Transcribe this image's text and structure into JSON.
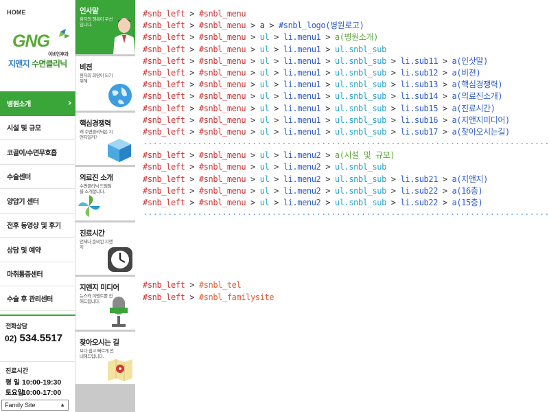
{
  "left_menu": {
    "home": "HOME",
    "logo": {
      "brand": "GNG",
      "small": "이비인후과",
      "name_part1": "지앤지",
      "name_part2": "수면클리닉"
    },
    "items": [
      {
        "label": "병원소개",
        "active": true
      },
      {
        "label": "시설 및 규모",
        "active": false
      },
      {
        "label": "코골이/수면무호흡",
        "active": false
      },
      {
        "label": "수술센터",
        "active": false
      },
      {
        "label": "양압기 센터",
        "active": false
      },
      {
        "label": "전후 동영상 및 후기",
        "active": false
      },
      {
        "label": "상담 및 예약",
        "active": false
      },
      {
        "label": "마취통증센터",
        "active": false
      },
      {
        "label": "수술 후 관리센터",
        "active": false
      }
    ],
    "tel": {
      "label": "전화상담",
      "area": "02)",
      "number": "534.5517"
    },
    "hours": {
      "label": "진료시간",
      "weekday_label": "평 일",
      "weekday_time": "10:00-19:30",
      "sat_label": "토요일",
      "sat_time": "10:00-17:00"
    },
    "family_site": "Family Site"
  },
  "sub_menu": [
    {
      "title": "인사말",
      "desc": "환자의 행복이 우선입니다.",
      "icon": "doctor-icon",
      "active": true
    },
    {
      "title": "비젼",
      "desc": "환자의 희망이 되기위해",
      "icon": "globe-icon",
      "active": false
    },
    {
      "title": "핵심경쟁력",
      "desc": "왜 수면클리닉은 지앤지일까?",
      "icon": "cube-icon",
      "active": false
    },
    {
      "title": "의료진 소개",
      "desc": "수면클리닉 드림팀을 소개합니다.",
      "icon": "pinwheel-icon",
      "active": false
    },
    {
      "title": "진료시간",
      "desc": "언제나 준비된 지앤지",
      "icon": "clock-icon",
      "active": false
    },
    {
      "title": "지앤지 미디어",
      "desc": "뉴스와 이벤트를 전해드립니다.",
      "icon": "microphone-icon",
      "active": false
    },
    {
      "title": "찾아오시는 길",
      "desc": "보다 쉽고 빠르게 안내해드립니다.",
      "icon": "map-icon",
      "active": false
    }
  ],
  "code_lines": [
    [
      [
        "#snb_left",
        "red"
      ],
      [
        " > ",
        "op"
      ],
      [
        "#snbl_menu",
        "red"
      ]
    ],
    [
      [
        "#snb_left",
        "red"
      ],
      [
        " > ",
        "op"
      ],
      [
        "#snbl_menu",
        "red"
      ],
      [
        " > ",
        "op"
      ],
      [
        "a",
        "op"
      ],
      [
        "  > ",
        "op"
      ],
      [
        "#snbl_logo(병원로고)",
        "blue"
      ]
    ],
    [
      [
        "#snb_left",
        "red"
      ],
      [
        " > ",
        "op"
      ],
      [
        "#snbl_menu",
        "red"
      ],
      [
        " > ",
        "op"
      ],
      [
        "ul",
        "cyan"
      ],
      [
        " > ",
        "op"
      ],
      [
        "li.menu1",
        "blue"
      ],
      [
        " > ",
        "op"
      ],
      [
        "a(병원소개)",
        "green"
      ]
    ],
    [
      [
        "#snb_left",
        "red"
      ],
      [
        " > ",
        "op"
      ],
      [
        "#snbl_menu",
        "red"
      ],
      [
        " > ",
        "op"
      ],
      [
        "ul",
        "cyan"
      ],
      [
        " > ",
        "op"
      ],
      [
        "li.menu1",
        "blue"
      ],
      [
        " > ",
        "op"
      ],
      [
        "ul.snbl_sub",
        "cyan"
      ]
    ],
    [
      [
        "#snb_left",
        "red"
      ],
      [
        " > ",
        "op"
      ],
      [
        "#snbl_menu",
        "red"
      ],
      [
        " > ",
        "op"
      ],
      [
        "ul",
        "cyan"
      ],
      [
        " > ",
        "op"
      ],
      [
        "li.menu1",
        "blue"
      ],
      [
        " > ",
        "op"
      ],
      [
        "ul.snbl_sub",
        "cyan"
      ],
      [
        " > ",
        "op"
      ],
      [
        "li.sub11",
        "blue"
      ],
      [
        " > ",
        "op"
      ],
      [
        "a(인삿말)",
        "blue"
      ]
    ],
    [
      [
        "#snb_left",
        "red"
      ],
      [
        " > ",
        "op"
      ],
      [
        "#snbl_menu",
        "red"
      ],
      [
        " > ",
        "op"
      ],
      [
        "ul",
        "cyan"
      ],
      [
        " > ",
        "op"
      ],
      [
        "li.menu1",
        "blue"
      ],
      [
        " > ",
        "op"
      ],
      [
        "ul.snbl_sub",
        "cyan"
      ],
      [
        " > ",
        "op"
      ],
      [
        "li.sub12",
        "blue"
      ],
      [
        " > ",
        "op"
      ],
      [
        "a(비젼)",
        "blue"
      ]
    ],
    [
      [
        "#snb_left",
        "red"
      ],
      [
        " > ",
        "op"
      ],
      [
        "#snbl_menu",
        "red"
      ],
      [
        " > ",
        "op"
      ],
      [
        "ul",
        "cyan"
      ],
      [
        " > ",
        "op"
      ],
      [
        "li.menu1",
        "blue"
      ],
      [
        " > ",
        "op"
      ],
      [
        "ul.snbl_sub",
        "cyan"
      ],
      [
        " > ",
        "op"
      ],
      [
        "li.sub13",
        "blue"
      ],
      [
        " > ",
        "op"
      ],
      [
        "a(핵심경쟁력)",
        "blue"
      ]
    ],
    [
      [
        "#snb_left",
        "red"
      ],
      [
        " > ",
        "op"
      ],
      [
        "#snbl_menu",
        "red"
      ],
      [
        " > ",
        "op"
      ],
      [
        "ul",
        "cyan"
      ],
      [
        " > ",
        "op"
      ],
      [
        "li.menu1",
        "blue"
      ],
      [
        " > ",
        "op"
      ],
      [
        "ul.snbl_sub",
        "cyan"
      ],
      [
        " > ",
        "op"
      ],
      [
        "li.sub14",
        "blue"
      ],
      [
        " > ",
        "op"
      ],
      [
        "a(의료진소개)",
        "blue"
      ]
    ],
    [
      [
        "#snb_left",
        "red"
      ],
      [
        " > ",
        "op"
      ],
      [
        "#snbl_menu",
        "red"
      ],
      [
        " > ",
        "op"
      ],
      [
        "ul",
        "cyan"
      ],
      [
        " > ",
        "op"
      ],
      [
        "li.menu1",
        "blue"
      ],
      [
        " > ",
        "op"
      ],
      [
        "ul.snbl_sub",
        "cyan"
      ],
      [
        " > ",
        "op"
      ],
      [
        "li.sub15",
        "blue"
      ],
      [
        " > ",
        "op"
      ],
      [
        "a(진료시간)",
        "blue"
      ]
    ],
    [
      [
        "#snb_left",
        "red"
      ],
      [
        " > ",
        "op"
      ],
      [
        "#snbl_menu",
        "red"
      ],
      [
        " > ",
        "op"
      ],
      [
        "ul",
        "cyan"
      ],
      [
        " > ",
        "op"
      ],
      [
        "li.menu1",
        "blue"
      ],
      [
        " > ",
        "op"
      ],
      [
        "ul.snbl_sub",
        "cyan"
      ],
      [
        " > ",
        "op"
      ],
      [
        "li.sub16",
        "blue"
      ],
      [
        " > ",
        "op"
      ],
      [
        "a(지앤지미디어)",
        "blue"
      ]
    ],
    [
      [
        "#snb_left",
        "red"
      ],
      [
        " > ",
        "op"
      ],
      [
        "#snbl_menu",
        "red"
      ],
      [
        " > ",
        "op"
      ],
      [
        "ul",
        "cyan"
      ],
      [
        " > ",
        "op"
      ],
      [
        "li.menu1",
        "blue"
      ],
      [
        " > ",
        "op"
      ],
      [
        "ul.snbl_sub",
        "cyan"
      ],
      [
        " > ",
        "op"
      ],
      [
        "li.sub17",
        "blue"
      ],
      [
        " > ",
        "op"
      ],
      [
        "a(찾아오시는길)",
        "blue"
      ]
    ],
    "SEP",
    [
      [
        "#snb_left",
        "red"
      ],
      [
        " > ",
        "op"
      ],
      [
        "#snbl_menu",
        "red"
      ],
      [
        " > ",
        "op"
      ],
      [
        "ul",
        "cyan"
      ],
      [
        " > ",
        "op"
      ],
      [
        "li.menu2",
        "blue"
      ],
      [
        " > ",
        "op"
      ],
      [
        "a(시설 및 규모)",
        "green"
      ]
    ],
    [
      [
        "#snb_left",
        "red"
      ],
      [
        " > ",
        "op"
      ],
      [
        "#snbl_menu",
        "red"
      ],
      [
        " > ",
        "op"
      ],
      [
        "ul",
        "cyan"
      ],
      [
        " > ",
        "op"
      ],
      [
        "li.menu2",
        "blue"
      ],
      [
        " > ",
        "op"
      ],
      [
        "ul.snbl_sub",
        "cyan"
      ]
    ],
    [
      [
        "#snb_left",
        "red"
      ],
      [
        " > ",
        "op"
      ],
      [
        "#snbl_menu",
        "red"
      ],
      [
        " > ",
        "op"
      ],
      [
        "ul",
        "cyan"
      ],
      [
        " > ",
        "op"
      ],
      [
        "li.menu2",
        "blue"
      ],
      [
        " > ",
        "op"
      ],
      [
        "ul.snbl_sub",
        "cyan"
      ],
      [
        " > ",
        "op"
      ],
      [
        "li.sub21",
        "blue"
      ],
      [
        " > ",
        "op"
      ],
      [
        "a(지앤지)",
        "blue"
      ]
    ],
    [
      [
        "#snb_left",
        "red"
      ],
      [
        " > ",
        "op"
      ],
      [
        "#snbl_menu",
        "red"
      ],
      [
        " > ",
        "op"
      ],
      [
        "ul",
        "cyan"
      ],
      [
        " > ",
        "op"
      ],
      [
        "li.menu2",
        "blue"
      ],
      [
        " > ",
        "op"
      ],
      [
        "ul.snbl_sub",
        "cyan"
      ],
      [
        " > ",
        "op"
      ],
      [
        "li.sub22",
        "blue"
      ],
      [
        " > ",
        "op"
      ],
      [
        "a(16층)",
        "blue"
      ]
    ],
    [
      [
        "#snb_left",
        "red"
      ],
      [
        " > ",
        "op"
      ],
      [
        "#snbl_menu",
        "red"
      ],
      [
        " > ",
        "op"
      ],
      [
        "ul",
        "cyan"
      ],
      [
        " > ",
        "op"
      ],
      [
        "li.menu2",
        "blue"
      ],
      [
        " > ",
        "op"
      ],
      [
        "ul.snbl_sub",
        "cyan"
      ],
      [
        " > ",
        "op"
      ],
      [
        "li.sub22",
        "blue"
      ],
      [
        " > ",
        "op"
      ],
      [
        "a(15층)",
        "blue"
      ]
    ],
    "SEP",
    "",
    "",
    "",
    "",
    "",
    [
      [
        "#snb_left",
        "red"
      ],
      [
        " > ",
        "op"
      ],
      [
        "#snbl_tel",
        "orange"
      ]
    ],
    [
      [
        "#snb_left",
        "red"
      ],
      [
        " > ",
        "op"
      ],
      [
        "#snbl_familysite",
        "orange"
      ]
    ]
  ],
  "colors": {
    "accent_green": "#3aa538",
    "code_red": "#cc3333",
    "code_blue": "#2f5cc8",
    "code_cyan": "#2aa4c8",
    "code_green": "#5aa83a",
    "code_orange": "#e05c33"
  }
}
